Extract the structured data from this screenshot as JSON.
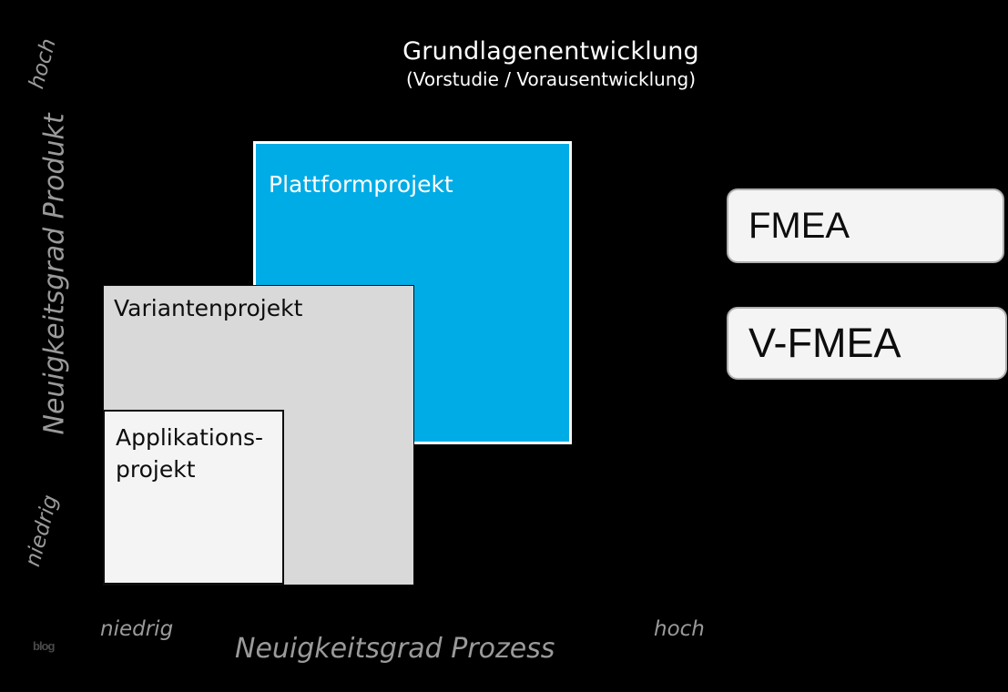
{
  "title": {
    "main": "Grundlagenentwicklung",
    "sub": "(Vorstudie / Vorausentwicklung)"
  },
  "axes": {
    "y_title": "Neuigkeitsgrad Produkt",
    "y_tick_high": "hoch",
    "y_tick_low": "niedrig",
    "x_title": "Neuigkeitsgrad Prozess",
    "x_tick_low": "niedrig",
    "x_tick_high": "hoch"
  },
  "boxes": [
    {
      "key": "plattform",
      "label": "Plattformprojekt",
      "fill": "#00ACE5",
      "text_color": "#ffffff"
    },
    {
      "key": "varianten",
      "label": "Variantenprojekt",
      "fill": "#D9D9D9",
      "text_color": "#0d0d0d"
    },
    {
      "key": "applikation",
      "label": "Applikations-\nprojekt",
      "fill": "#F4F4F4",
      "text_color": "#0d0d0d"
    }
  ],
  "callouts": [
    {
      "key": "fmea",
      "label": "FMEA"
    },
    {
      "key": "vfmea",
      "label": "V-FMEA"
    }
  ],
  "watermark": "blog",
  "colors": {
    "background": "#000000",
    "accent_blue": "#00ACE5",
    "mid_gray": "#D9D9D9",
    "light_gray": "#F4F4F4",
    "axis_text": "#9a9a9a",
    "title_text": "#ffffff"
  },
  "chart_data": {
    "type": "heatmap",
    "title": "Grundlagenentwicklung (Vorstudie / Vorausentwicklung)",
    "xlabel": "Neuigkeitsgrad Prozess",
    "ylabel": "Neuigkeitsgrad Produkt",
    "xlim": [
      "niedrig",
      "hoch"
    ],
    "ylim": [
      "niedrig",
      "hoch"
    ],
    "grid": false,
    "legend": "none",
    "annotations": [
      "FMEA",
      "V-FMEA"
    ],
    "regions": [
      {
        "name": "Plattformprojekt",
        "x": [
          0.33,
          0.84
        ],
        "y": [
          0.36,
          0.8
        ],
        "color": "#00ACE5"
      },
      {
        "name": "Variantenprojekt",
        "x": [
          0.11,
          0.56
        ],
        "y": [
          0.15,
          0.59
        ],
        "color": "#D9D9D9"
      },
      {
        "name": "Applikationsprojekt",
        "x": [
          0.11,
          0.35
        ],
        "y": [
          0.15,
          0.41
        ],
        "color": "#F4F4F4"
      }
    ]
  }
}
